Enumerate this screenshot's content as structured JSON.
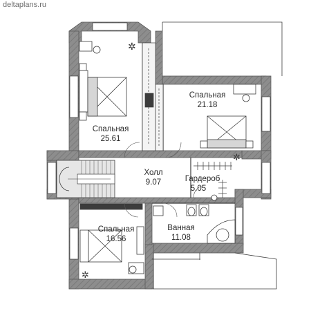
{
  "watermark": "deltaplans.ru",
  "rooms": [
    {
      "id": "bedroom-1",
      "name": "Спальная",
      "area": "25.61"
    },
    {
      "id": "bedroom-2",
      "name": "Спальная",
      "area": "21.18"
    },
    {
      "id": "hall",
      "name": "Холл",
      "area": "9.07"
    },
    {
      "id": "wardrobe",
      "name": "Гардероб",
      "area": "5.05"
    },
    {
      "id": "bedroom-3",
      "name": "Спальная",
      "area": "16.56"
    },
    {
      "id": "bathroom",
      "name": "Ванная",
      "area": "11.08"
    }
  ],
  "colors": {
    "wall": "#8a8a8a",
    "wall_edge": "#5a5a5a",
    "line": "#3c3c3c",
    "stair": "#e3e3e3"
  }
}
